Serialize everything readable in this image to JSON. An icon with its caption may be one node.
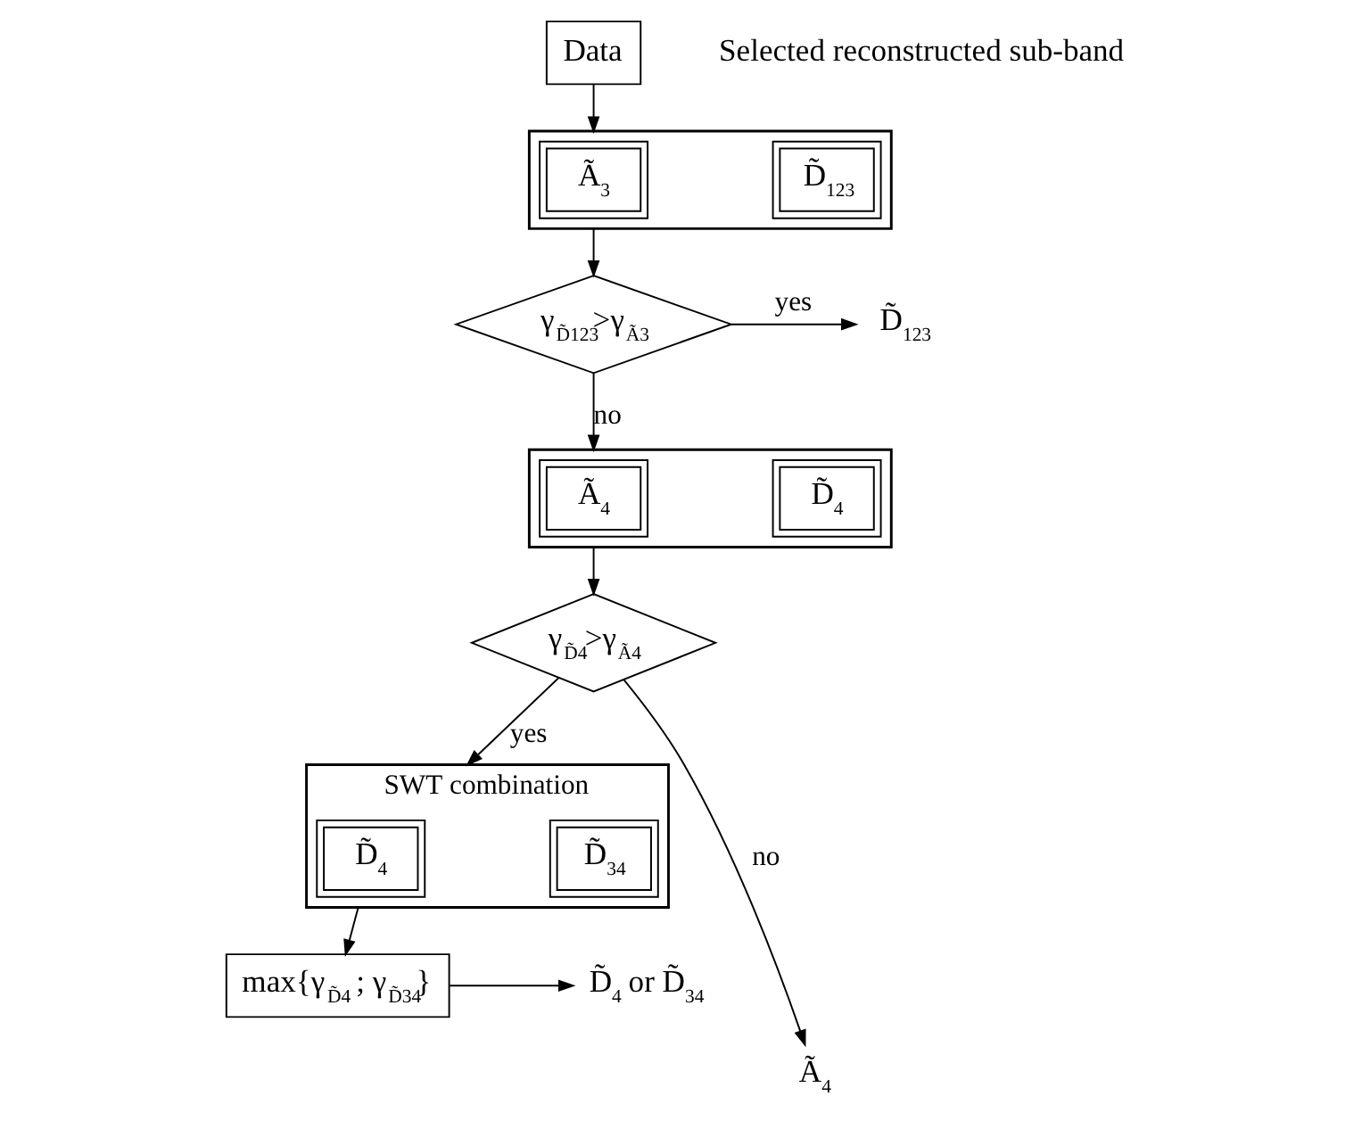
{
  "diagram": {
    "nodes": [
      {
        "text": [
          "Data"
        ]
      },
      {
        "text": [],
        "shape": "box"
      },
      {
        "text": [
          "Ã$_{3}$"
        ],
        "in": 1
      },
      {
        "text": [
          "D̃$_{123}$"
        ],
        "in": 1
      },
      {
        "text": [
          "γ$_{D̃123}$>γ$_{Ã3}$"
        ]
      },
      {
        "text": [
          "D̃$_{123}$"
        ]
      },
      {
        "text": [],
        "shape": "box"
      },
      {
        "text": [
          "Ã$_{4}$"
        ],
        "in": 6
      },
      {
        "text": [
          "D̃$_{4}$"
        ],
        "in": 6
      },
      {
        "text": [
          "γ$_{D̃4}$>γ$_{Ã4}$"
        ]
      },
      {
        "text": [
          "SWT combination"
        ]
      },
      {
        "text": [
          "D̃$_{4}$"
        ],
        "in": 10
      },
      {
        "text": [
          "D̃$_{34}$"
        ],
        "in": 10
      },
      {
        "text": [
          "max{γ$_{D̃4}$ ; γ$_{D̃34}$}"
        ]
      },
      {
        "text": [
          "D̃$_{4}$ or D̃$_{34}$"
        ]
      },
      {
        "text": [
          "Ã$_{4}$"
        ]
      }
    ],
    "edges": [
      {
        "from": 0,
        "to": 1,
        "arrow": "to"
      },
      {
        "from": 1,
        "to": 4,
        "arrow": "to"
      },
      {
        "from": 4,
        "to": 5,
        "arrow": "to",
        "label": "yes"
      },
      {
        "from": 4,
        "to": 6,
        "arrow": "to",
        "label": "no"
      },
      {
        "from": 6,
        "to": 9,
        "arrow": "to"
      },
      {
        "from": 9,
        "to": 10,
        "arrow": "to",
        "label": "yes"
      },
      {
        "from": 9,
        "to": 15,
        "arrow": "to",
        "label": "no"
      },
      {
        "from": 10,
        "to": 13,
        "arrow": "to"
      },
      {
        "from": 13,
        "to": 14,
        "arrow": "to"
      }
    ],
    "labels": [
      "Selected reconstructed sub-band"
    ]
  }
}
